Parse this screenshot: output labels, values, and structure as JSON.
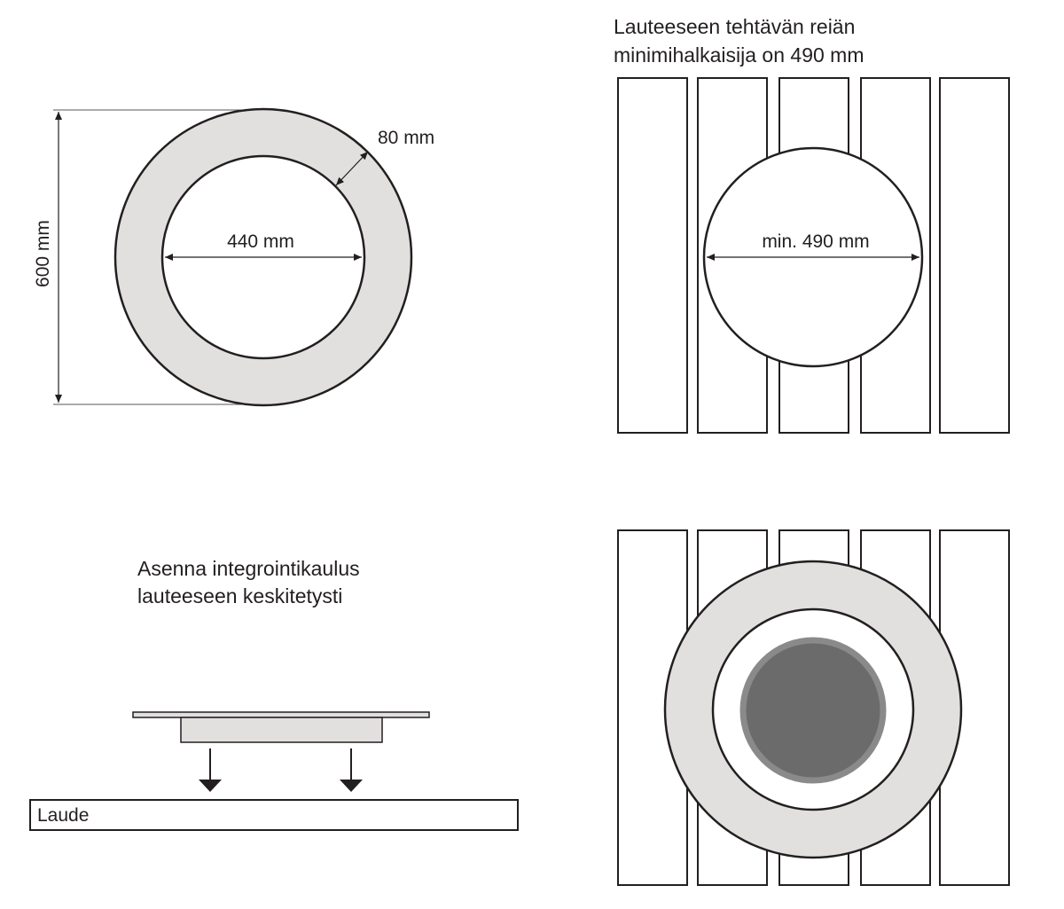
{
  "panels": {
    "ring_dimensions": {
      "outer_diameter_label": "600 mm",
      "inner_diameter_label": "440 mm",
      "ring_width_label": "80 mm"
    },
    "bench_hole": {
      "heading_line1": "Lauteeseen tehtävän reiän",
      "heading_line2": "minimihalkaisija on 490 mm",
      "hole_diameter_label": "min. 490 mm"
    },
    "installation": {
      "instruction_line1": "Asenna integrointikaulus",
      "instruction_line2": "lauteeseen keskitetysti",
      "bench_label": "Laude"
    },
    "installed_view": {}
  },
  "colors": {
    "line": "#231f20",
    "ring_fill": "#e1e0df",
    "stove_fill": "#6b6b6b",
    "stove_rim": "#8a8a8a",
    "background": "#ffffff"
  }
}
